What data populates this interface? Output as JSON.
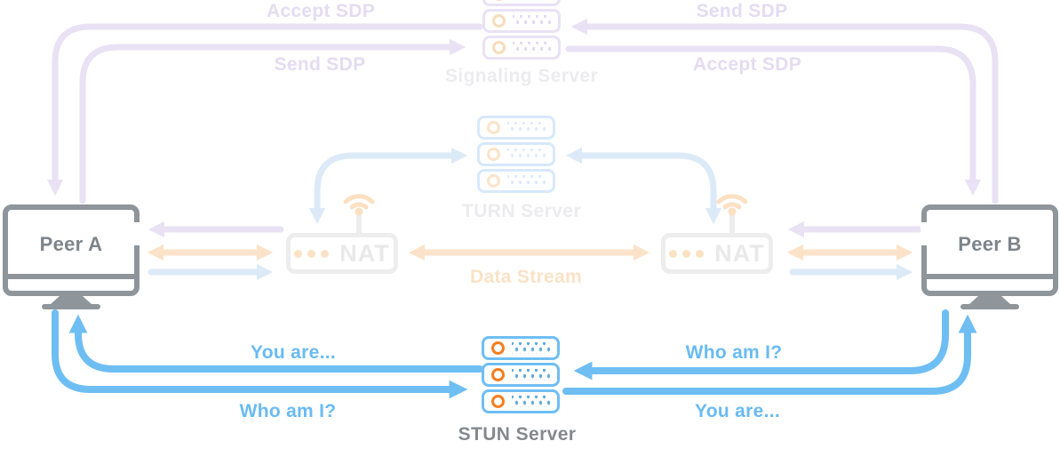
{
  "peers": {
    "a": "Peer A",
    "b": "Peer B"
  },
  "servers": {
    "signaling": "Signaling Server",
    "turn": "TURN Server",
    "stun": "STUN Server"
  },
  "nat": {
    "label": "NAT"
  },
  "flow_labels": {
    "accept_sdp_left": "Accept SDP",
    "send_sdp_left": "Send SDP",
    "send_sdp_right": "Send SDP",
    "accept_sdp_right": "Accept SDP",
    "data_stream": "Data Stream",
    "you_are_left": "You are...",
    "who_am_i_left": "Who am I?",
    "who_am_i_right": "Who am I?",
    "you_are_right": "You are..."
  },
  "colors": {
    "peer_gray": "#8E959B",
    "stun_blue": "#6FBEF3",
    "stun_orange": "#F57D1F",
    "label_blue": "#69BBF2",
    "faded_purple": "#E9E1F4",
    "faded_orange": "#FBE3C9",
    "faded_blue": "#DCEAF8",
    "nat_gray": "#EDEDED"
  }
}
